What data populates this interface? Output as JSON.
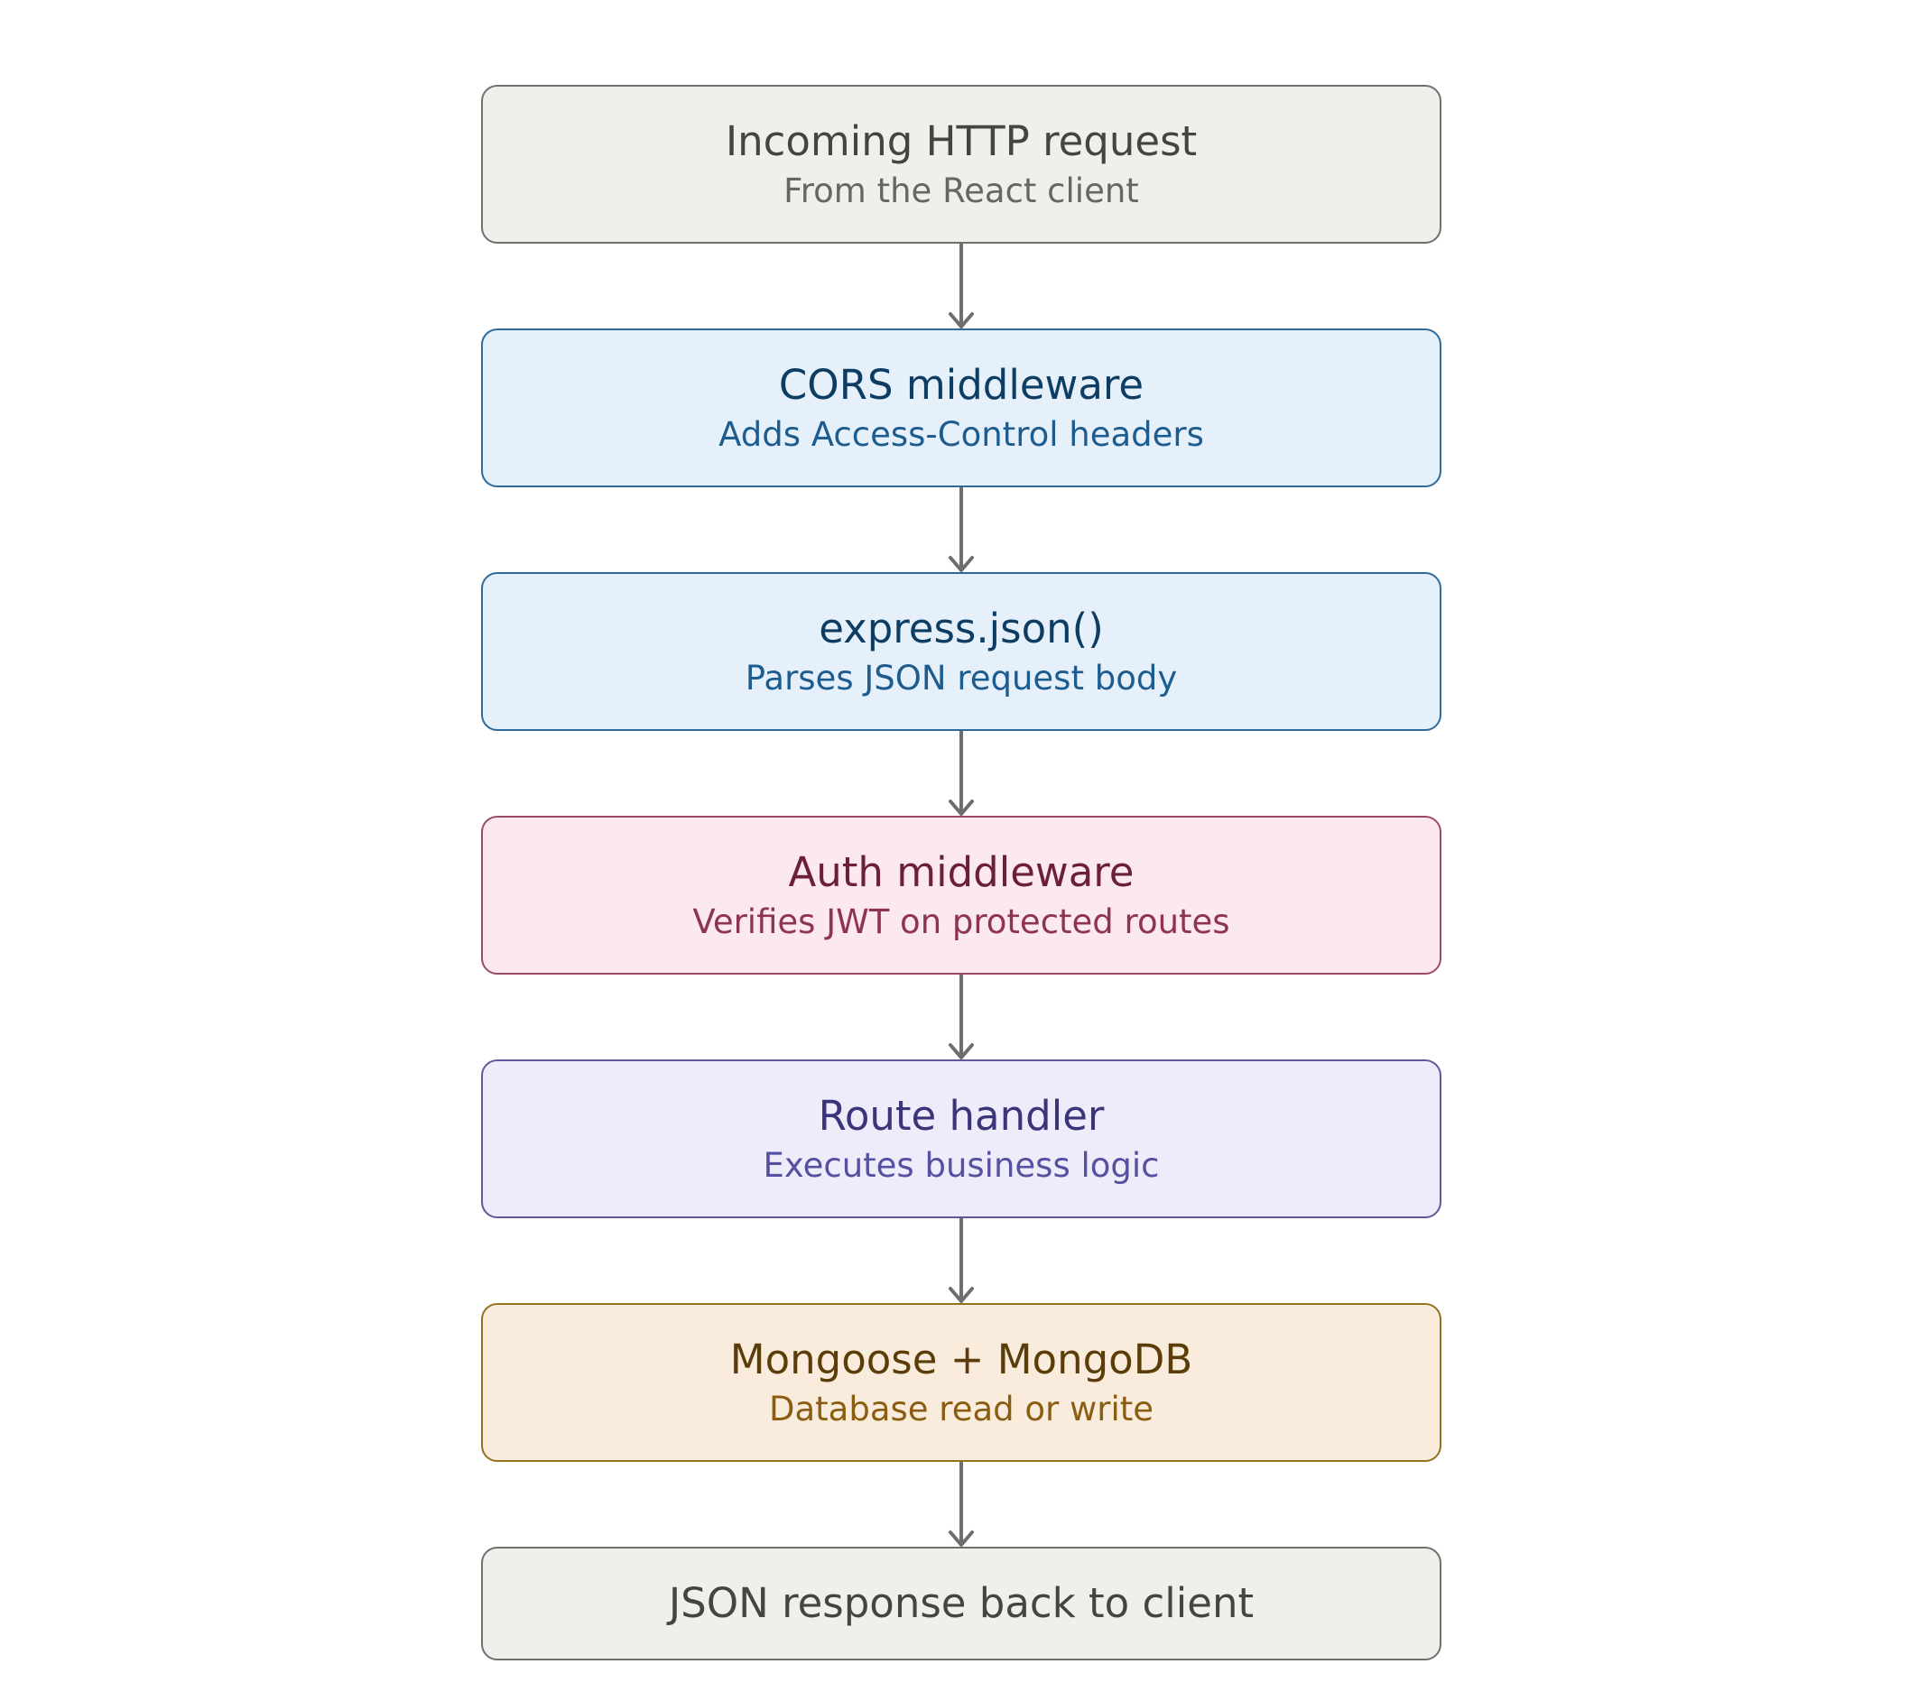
{
  "diagram": {
    "nodes": [
      {
        "id": "incoming",
        "title": "Incoming HTTP request",
        "subtitle": "From the React client",
        "fill": "#f0efeb",
        "stroke": "#6f6f6b",
        "title_color": "#444441",
        "subtitle_color": "#666663"
      },
      {
        "id": "cors",
        "title": "CORS middleware",
        "subtitle": "Adds Access-Control headers",
        "fill": "#e6f0fb",
        "stroke": "#2d6a9c",
        "title_color": "#0d3d63",
        "subtitle_color": "#1d5c8f"
      },
      {
        "id": "json",
        "title": "express.json()",
        "subtitle": "Parses JSON request body",
        "fill": "#e6f0fb",
        "stroke": "#2d6a9c",
        "title_color": "#0d3d63",
        "subtitle_color": "#1d5c8f"
      },
      {
        "id": "auth",
        "title": "Auth middleware",
        "subtitle": "Verifies JWT on protected routes",
        "fill": "#fbe9ef",
        "stroke": "#9c4a66",
        "title_color": "#6b1f3a",
        "subtitle_color": "#8f3355"
      },
      {
        "id": "route",
        "title": "Route handler",
        "subtitle": "Executes business logic",
        "fill": "#eeecfb",
        "stroke": "#5f5a9c",
        "title_color": "#3a3478",
        "subtitle_color": "#5650a0"
      },
      {
        "id": "db",
        "title": "Mongoose + MongoDB",
        "subtitle": "Database read or write",
        "fill": "#faecdc",
        "stroke": "#94701f",
        "title_color": "#5a3d08",
        "subtitle_color": "#8a5e12"
      },
      {
        "id": "response",
        "title": "JSON response back to client",
        "subtitle": "",
        "fill": "#f0efeb",
        "stroke": "#6f6f6b",
        "title_color": "#444441",
        "subtitle_color": "#666663"
      }
    ],
    "connector_color": "#6e6e6e"
  }
}
